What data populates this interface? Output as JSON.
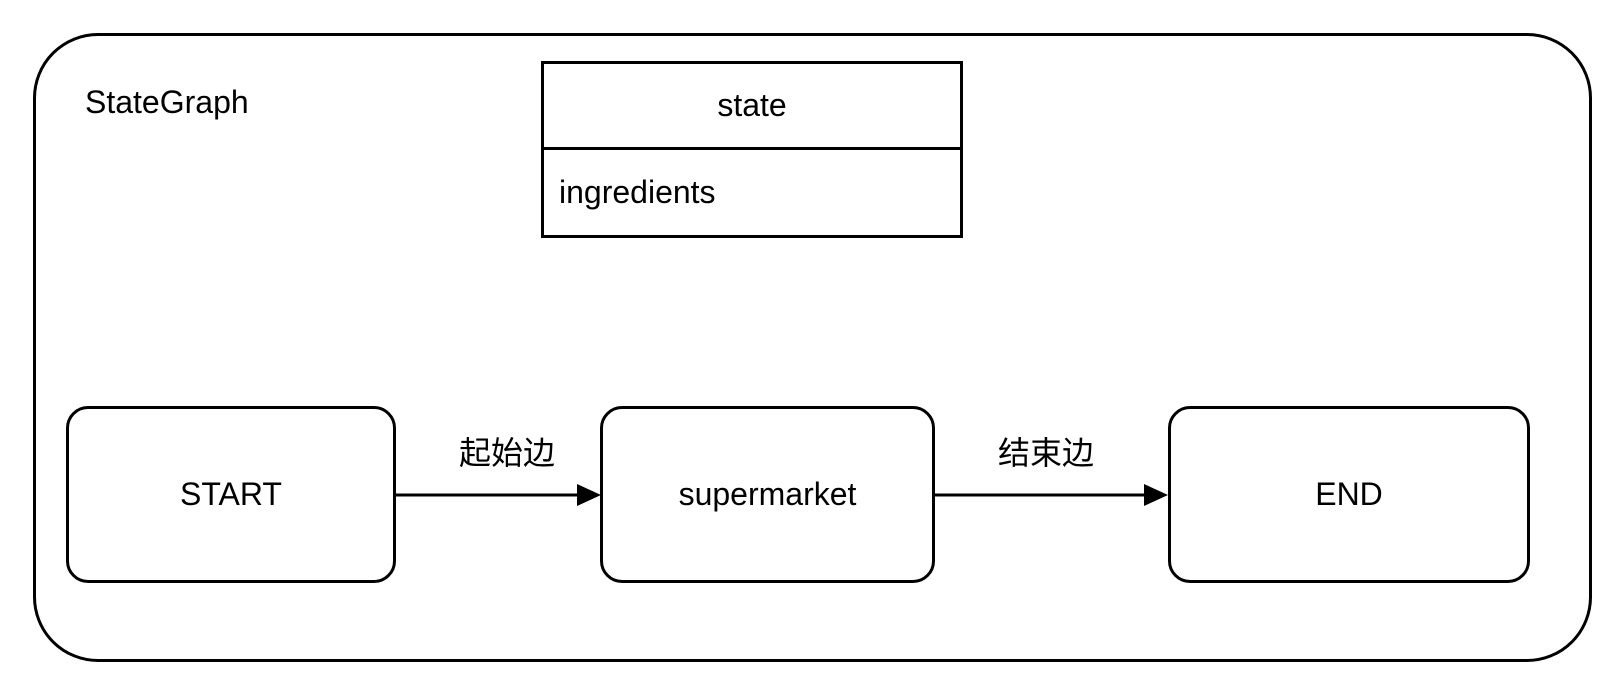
{
  "diagram": {
    "title": "StateGraph",
    "state_table": {
      "header": "state",
      "fields": [
        "ingredients"
      ]
    },
    "nodes": [
      {
        "id": "start",
        "label": "START"
      },
      {
        "id": "supermarket",
        "label": "supermarket"
      },
      {
        "id": "end",
        "label": "END"
      }
    ],
    "edges": [
      {
        "from": "START",
        "to": "supermarket",
        "label": "起始边"
      },
      {
        "from": "supermarket",
        "to": "END",
        "label": "结束边"
      }
    ],
    "colors": {
      "stroke": "#000000",
      "background": "#ffffff"
    }
  }
}
